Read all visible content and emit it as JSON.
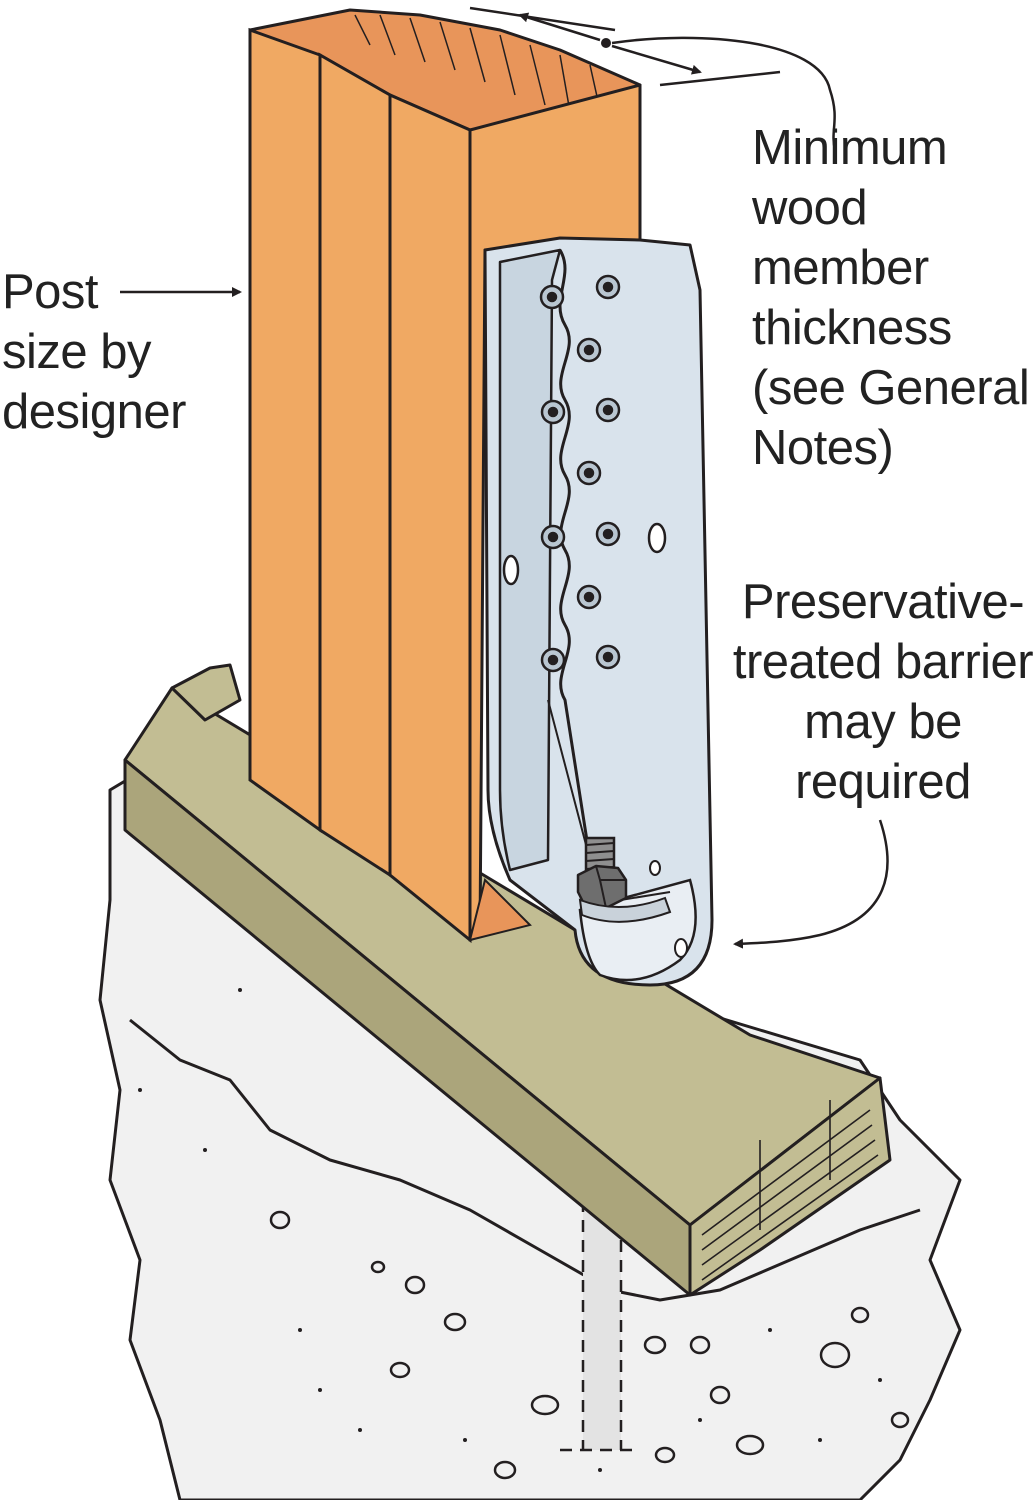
{
  "callouts": {
    "post_size": {
      "lines": [
        "Post",
        "size by",
        "designer"
      ]
    },
    "min_thickness": {
      "lines": [
        "Minimum",
        "wood",
        "member",
        "thickness",
        "(see General",
        "Notes)"
      ]
    },
    "barrier": {
      "lines": [
        "Preservative-",
        "treated barrier",
        "may be",
        "required"
      ]
    }
  },
  "colors": {
    "post_wood": "#f0a963",
    "post_wood_end": "#e8955a",
    "sill_plate": "#c2bd93",
    "bracket_steel": "#d9e3ec",
    "concrete": "#f1f1f1",
    "outline": "#231f20"
  },
  "icons": {
    "leader_arrows": "arrow-icon",
    "anchor_bolt": "bolt-icon",
    "fastener": "screw-icon"
  }
}
